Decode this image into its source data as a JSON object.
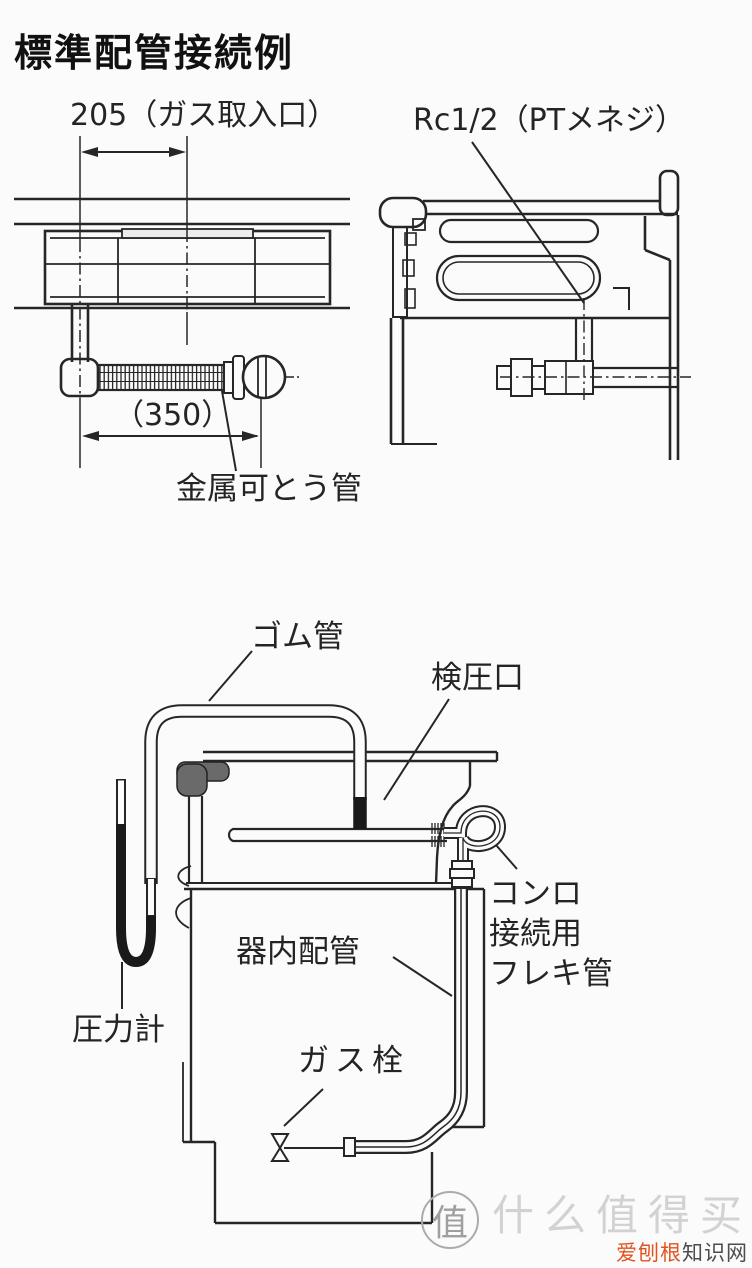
{
  "title": "標準配管接続例",
  "top_diagram": {
    "gas_inlet_dim": "205（ガス取入口）",
    "thread_spec": "Rc1/2（PTメネジ）",
    "flex_length_dim": "（350）",
    "metal_flex_pipe": "金属可とう管"
  },
  "bottom_diagram": {
    "rubber_tube": "ゴム管",
    "pressure_check_port": "検圧口",
    "connection_flex_line1": "コンロ",
    "connection_flex_line2": "接続用",
    "connection_flex_line3": "フレキ管",
    "internal_piping": "器内配管",
    "pressure_gauge": "圧力計",
    "gas_valve": "ガス栓"
  },
  "watermark": {
    "badge": "值",
    "brand": "什么值得买",
    "site_prefix": "爱刨根",
    "site_suffix": "知识网"
  },
  "colors": {
    "line": "#262626",
    "elbow_gray": "#6a6a6a",
    "watermark_light": "#d2d2d2",
    "badge_gray": "#ababab",
    "site_orange": "#e2541f",
    "site_dark": "#4c4c4c"
  }
}
